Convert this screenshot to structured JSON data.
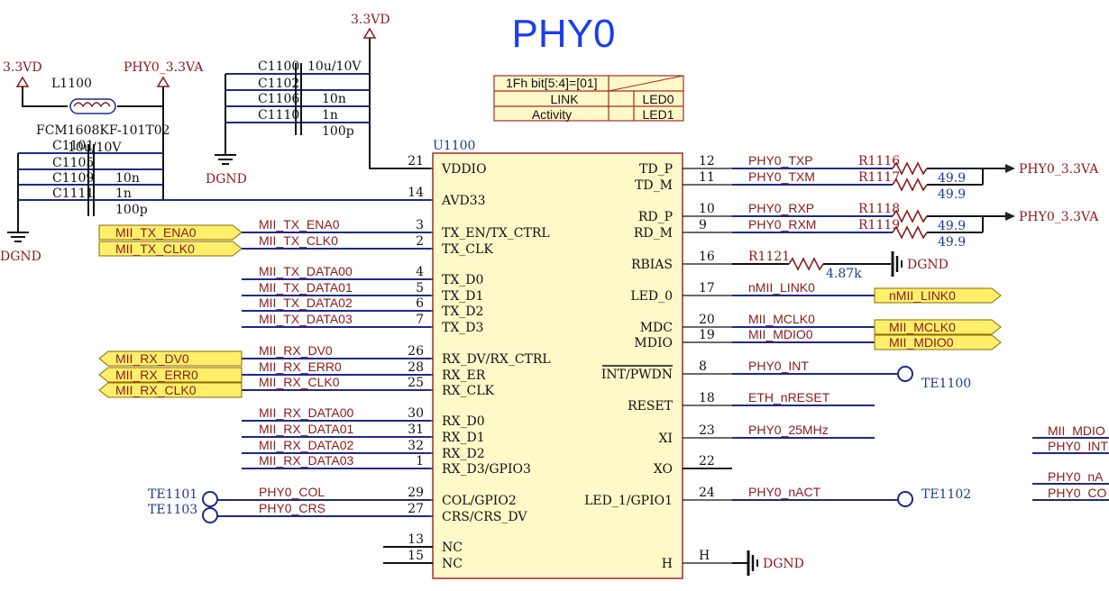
{
  "title": "PHY0",
  "table": {
    "header": "1Fh bit[5:4]=[01]",
    "rows": [
      [
        "LINK",
        "LED0"
      ],
      [
        "Activity",
        "LED1"
      ]
    ]
  },
  "chip": {
    "ref": "U1100",
    "left_pins": [
      {
        "num": "21",
        "name": "VDDIO"
      },
      {
        "num": "14",
        "name": "AVD33"
      },
      {
        "num": "3",
        "name": "TX_EN/TX_CTRL"
      },
      {
        "num": "2",
        "name": "TX_CLK"
      },
      {
        "num": "4",
        "name": "TX_D0"
      },
      {
        "num": "5",
        "name": "TX_D1"
      },
      {
        "num": "6",
        "name": "TX_D2"
      },
      {
        "num": "7",
        "name": "TX_D3"
      },
      {
        "num": "26",
        "name": "RX_DV/RX_CTRL"
      },
      {
        "num": "28",
        "name": "RX_ER"
      },
      {
        "num": "25",
        "name": "RX_CLK"
      },
      {
        "num": "30",
        "name": "RX_D0"
      },
      {
        "num": "31",
        "name": "RX_D1"
      },
      {
        "num": "32",
        "name": "RX_D2"
      },
      {
        "num": "1",
        "name": "RX_D3/GPIO3"
      },
      {
        "num": "29",
        "name": "COL/GPIO2"
      },
      {
        "num": "27",
        "name": "CRS/CRS_DV"
      },
      {
        "num": "13",
        "name": "NC"
      },
      {
        "num": "15",
        "name": "NC"
      }
    ],
    "right_pins": [
      {
        "num": "12",
        "name": "TD_P"
      },
      {
        "num": "11",
        "name": "TD_M"
      },
      {
        "num": "10",
        "name": "RD_P"
      },
      {
        "num": "9",
        "name": "RD_M"
      },
      {
        "num": "16",
        "name": "RBIAS"
      },
      {
        "num": "17",
        "name": "LED_0"
      },
      {
        "num": "20",
        "name": "MDC"
      },
      {
        "num": "19",
        "name": "MDIO"
      },
      {
        "num": "8",
        "name": "INT/PWDN"
      },
      {
        "num": "18",
        "name": "RESET"
      },
      {
        "num": "23",
        "name": "XI"
      },
      {
        "num": "22",
        "name": "XO"
      },
      {
        "num": "24",
        "name": "LED_1/GPIO1"
      },
      {
        "num": "H",
        "name": "H"
      }
    ]
  },
  "left_nets": [
    "MII_TX_ENA0",
    "MII_TX_CLK0",
    "MII_TX_DATA00",
    "MII_TX_DATA01",
    "MII_TX_DATA02",
    "MII_TX_DATA03",
    "MII_RX_DV0",
    "MII_RX_ERR0",
    "MII_RX_CLK0",
    "MII_RX_DATA00",
    "MII_RX_DATA01",
    "MII_RX_DATA02",
    "MII_RX_DATA03",
    "PHY0_COL",
    "PHY0_CRS"
  ],
  "right_nets": [
    "PHY0_TXP",
    "PHY0_TXM",
    "PHY0_RXP",
    "PHY0_RXM",
    "nMII_LINK0",
    "MII_MCLK0",
    "MII_MDIO0",
    "PHY0_INT",
    "ETH_nRESET",
    "PHY0_25MHz",
    "PHY0_nACT"
  ],
  "ports_left": [
    "MII_TX_ENA0",
    "MII_TX_CLK0",
    "MII_RX_DV0",
    "MII_RX_ERR0",
    "MII_RX_CLK0"
  ],
  "ports_right": [
    "nMII_LINK0",
    "MII_MCLK0",
    "MII_MDIO0"
  ],
  "resistors": [
    {
      "ref": "R1116",
      "value": "49.9"
    },
    {
      "ref": "R1117",
      "value": "49.9"
    },
    {
      "ref": "R1118",
      "value": "49.9"
    },
    {
      "ref": "R1119",
      "value": "49.9"
    },
    {
      "ref": "R1121",
      "value": "4.87k"
    }
  ],
  "caps_top": [
    {
      "ref": "C1100",
      "value": "10u/10V"
    },
    {
      "ref": "C1102",
      "value": ""
    },
    {
      "ref": "C1106",
      "value": "10n"
    },
    {
      "ref": "C1110",
      "value": "1n"
    }
  ],
  "caps_top_extra": "100p",
  "caps_left": [
    {
      "ref": "C1101",
      "value": "10u/10V"
    },
    {
      "ref": "C1105",
      "value": ""
    },
    {
      "ref": "C1109",
      "value": "10n"
    },
    {
      "ref": "C1111",
      "value": "1n"
    }
  ],
  "caps_left_extra": "100p",
  "inductor": {
    "ref": "L1100",
    "part": "FCM1608KF-101T02"
  },
  "power": {
    "p33vd": "3.3VD",
    "p33va": "PHY0_3.3VA",
    "gnd": "DGND"
  },
  "test_points": {
    "te1100": "TE1100",
    "te1101": "TE1101",
    "te1102": "TE1102",
    "te1103": "TE1103"
  },
  "edge_nets": [
    "MII_MDIO",
    "PHY0_INT",
    "PHY0_nA",
    "PHY0_CO"
  ]
}
